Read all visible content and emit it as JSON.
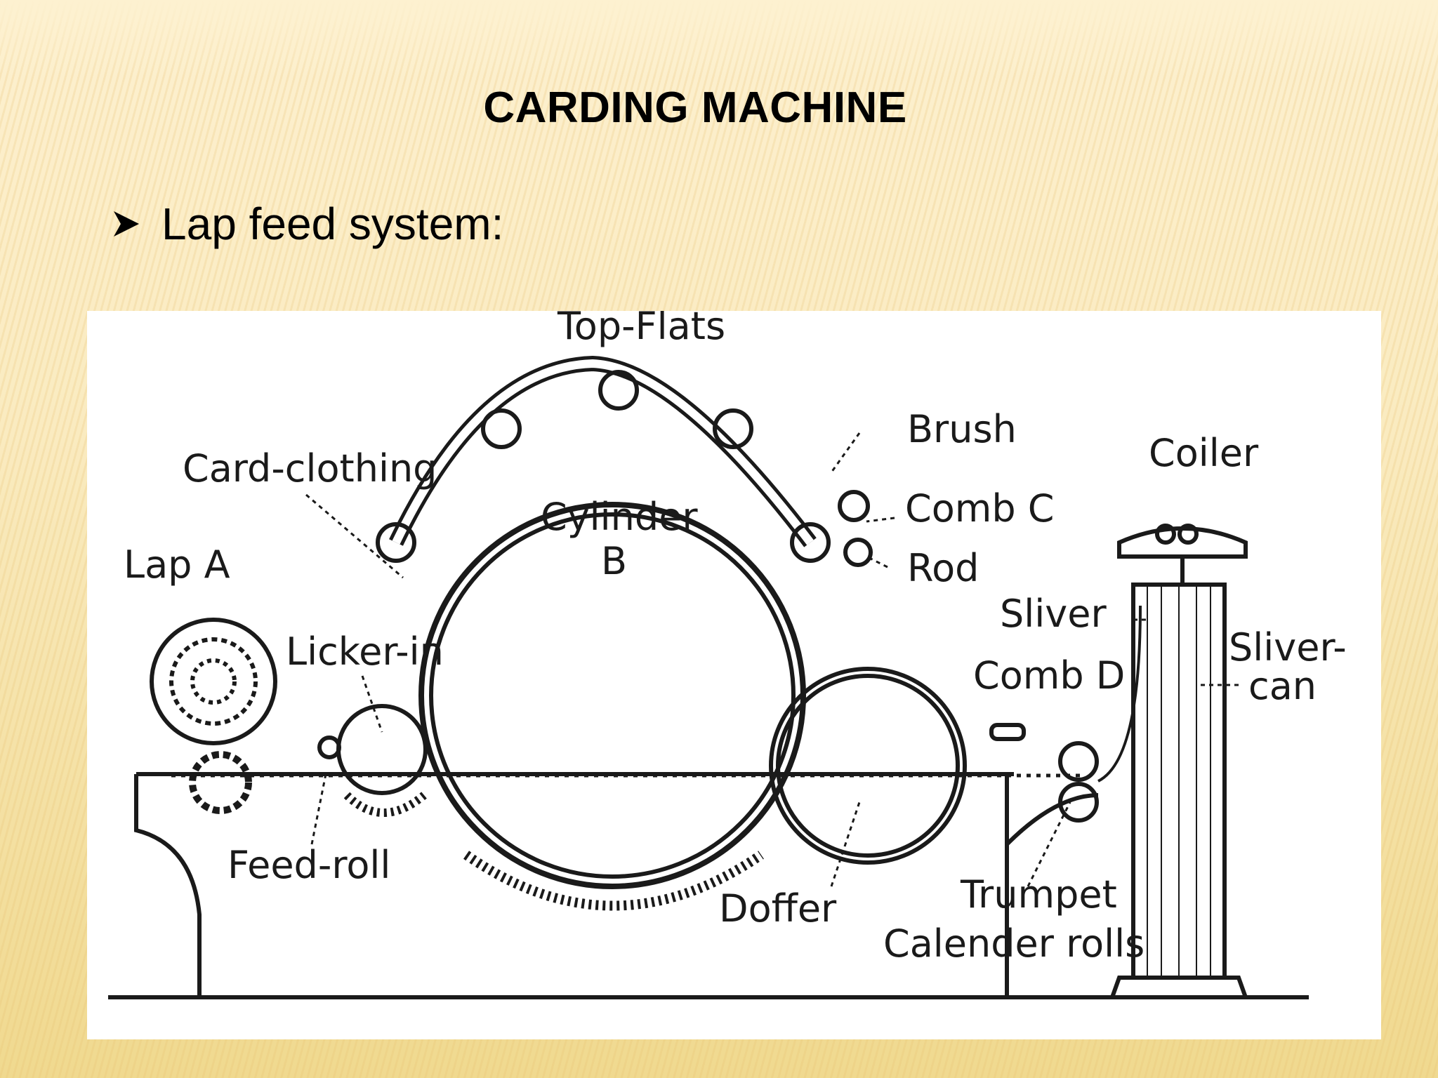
{
  "slide": {
    "title": "CARDING MACHINE",
    "bullet_text": "Lap feed system:"
  },
  "diagram": {
    "labels": {
      "top_flats": "Top-Flats",
      "brush": "Brush",
      "card_clothing": "Card-clothing",
      "coiler": "Coiler",
      "cylinder": "Cylinder",
      "cylinder_letter": "B",
      "comb_c": "Comb C",
      "lap_a": "Lap A",
      "rod": "Rod",
      "sliver": "Sliver",
      "licker_in": "Licker-in",
      "sliver_can": "Sliver-",
      "sliver_can_2": "can",
      "comb_d": "Comb D",
      "feed_roll": "Feed-roll",
      "doffer": "Doffer",
      "trumpet": "Trumpet",
      "calender_rolls": "Calender rolls"
    }
  },
  "colors": {
    "background": "#fbeec4",
    "diagram_background": "#ffffff",
    "ink": "#1a1a1a"
  }
}
